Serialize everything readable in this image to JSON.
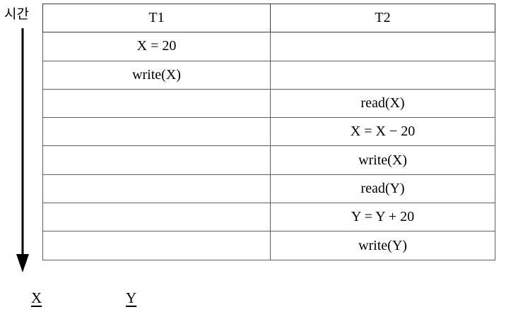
{
  "time_axis": {
    "label": "시간",
    "arrow_icon": "down-arrow-icon",
    "direction": "down"
  },
  "schedule": {
    "columns": [
      {
        "key": "t1",
        "header": "T1"
      },
      {
        "key": "t2",
        "header": "T2"
      }
    ],
    "rows": [
      {
        "t1": "X = 20",
        "t2": ""
      },
      {
        "t1": "write(X)",
        "t2": ""
      },
      {
        "t1": "",
        "t2": "read(X)"
      },
      {
        "t1": "",
        "t2": "X = X − 20"
      },
      {
        "t1": "",
        "t2": "write(X)"
      },
      {
        "t1": "",
        "t2": "read(Y)"
      },
      {
        "t1": "",
        "t2": "Y = Y + 20"
      },
      {
        "t1": "",
        "t2": "write(Y)"
      }
    ]
  },
  "variables": {
    "x_label": "X",
    "y_label": "Y"
  },
  "colors": {
    "background": "#ffffff",
    "text": "#000000",
    "border": "#5e5e5e",
    "border_outer": "#303030"
  }
}
